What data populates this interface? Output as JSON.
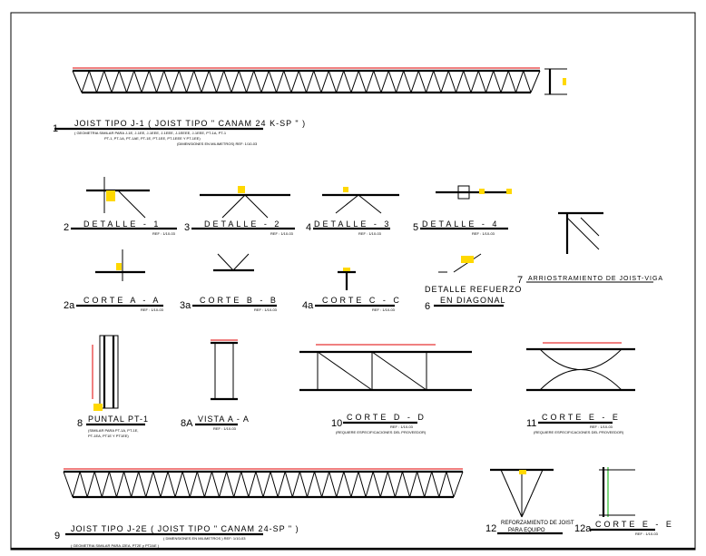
{
  "drawings": {
    "d1": {
      "num": "1",
      "title": "JOIST TIPO J-1 ( JOIST TIPO \" CANAM 24 K-SP \" )",
      "sub1": "( GEOMETRIA SIMILAR PARA J-1E, J-1EE, J-1EEE, J-1EEE, J-1EEEE, J-1EEE, PT-1A, PT-1",
      "sub2": "PT-1, PT-1A, PT-1AE, PT-1E, PT-1EE, PT-1EEE Y PT-1EE)",
      "sub3": "(DIMENSIONES EN MILIMETROS) REF: 1/10-03"
    },
    "d2": {
      "num": "2",
      "title": "DETALLE - 1",
      "ref": "REF : 1/10-03"
    },
    "d3": {
      "num": "3",
      "title": "DETALLE - 2",
      "ref": "REF : 1/10-03"
    },
    "d4": {
      "num": "4",
      "title": "DETALLE - 3",
      "ref": "REF : 1/10-03"
    },
    "d5": {
      "num": "5",
      "title": "DETALLE - 4",
      "ref": "REF : 1/10-03"
    },
    "d2a": {
      "num": "2a",
      "title": "CORTE A - A",
      "ref": "REF : 1/10-03"
    },
    "d3a": {
      "num": "3a",
      "title": "CORTE B - B",
      "ref": "REF : 1/10-03"
    },
    "d4a": {
      "num": "4a",
      "title": "CORTE C - C",
      "ref": "REF : 1/10-03"
    },
    "d6": {
      "num": "6",
      "title1": "DETALLE REFUERZO",
      "title2": "EN DIAGONAL"
    },
    "d7": {
      "num": "7",
      "title": "ARRIOSTRAMIENTO DE JOIST-VIGA"
    },
    "d8": {
      "num": "8",
      "title": "PUNTAL PT-1",
      "sub1": "(SIMILAR PARA PT-1A, PT-1E,",
      "sub2": "PT-1EA, PT1E Y PT1EE)"
    },
    "d8a": {
      "num": "8A",
      "title": "VISTA A - A",
      "ref": "REF : 1/10-03"
    },
    "d10": {
      "num": "10",
      "title": "CORTE D - D",
      "ref": "REF : 1/10-03",
      "sub": "(REQUIERE ESPECIFICACIONES DEL PROVEEDOR)"
    },
    "d11": {
      "num": "11",
      "title": "CORTE E - E",
      "ref": "REF : 1/10-03",
      "sub": "(REQUIERE ESPECIFICACIONES DEL PROVEEDOR)"
    },
    "d9": {
      "num": "9",
      "title": "JOIST TIPO J-2E ( JOIST TIPO \" CANAM 24-SP \" )",
      "sub1": "( DIMENSIONES EN MILIMETROS ) REF: 1/10-03",
      "sub2": "( GEOMETRIA SIMILAR PARA J2EA, PT2E y PT2AE )"
    },
    "d12": {
      "num": "12",
      "title1": "REFORZAMIENTO DE JOIST",
      "title2": "PARA EQUIPO"
    },
    "d12a": {
      "num": "12a",
      "title": "CORTE E - E",
      "ref": "REF : 1/10-03"
    }
  },
  "colors": {
    "line": "#000000",
    "accent_red": "#e00000",
    "accent_yellow": "#ffd800",
    "accent_green": "#00b000"
  }
}
